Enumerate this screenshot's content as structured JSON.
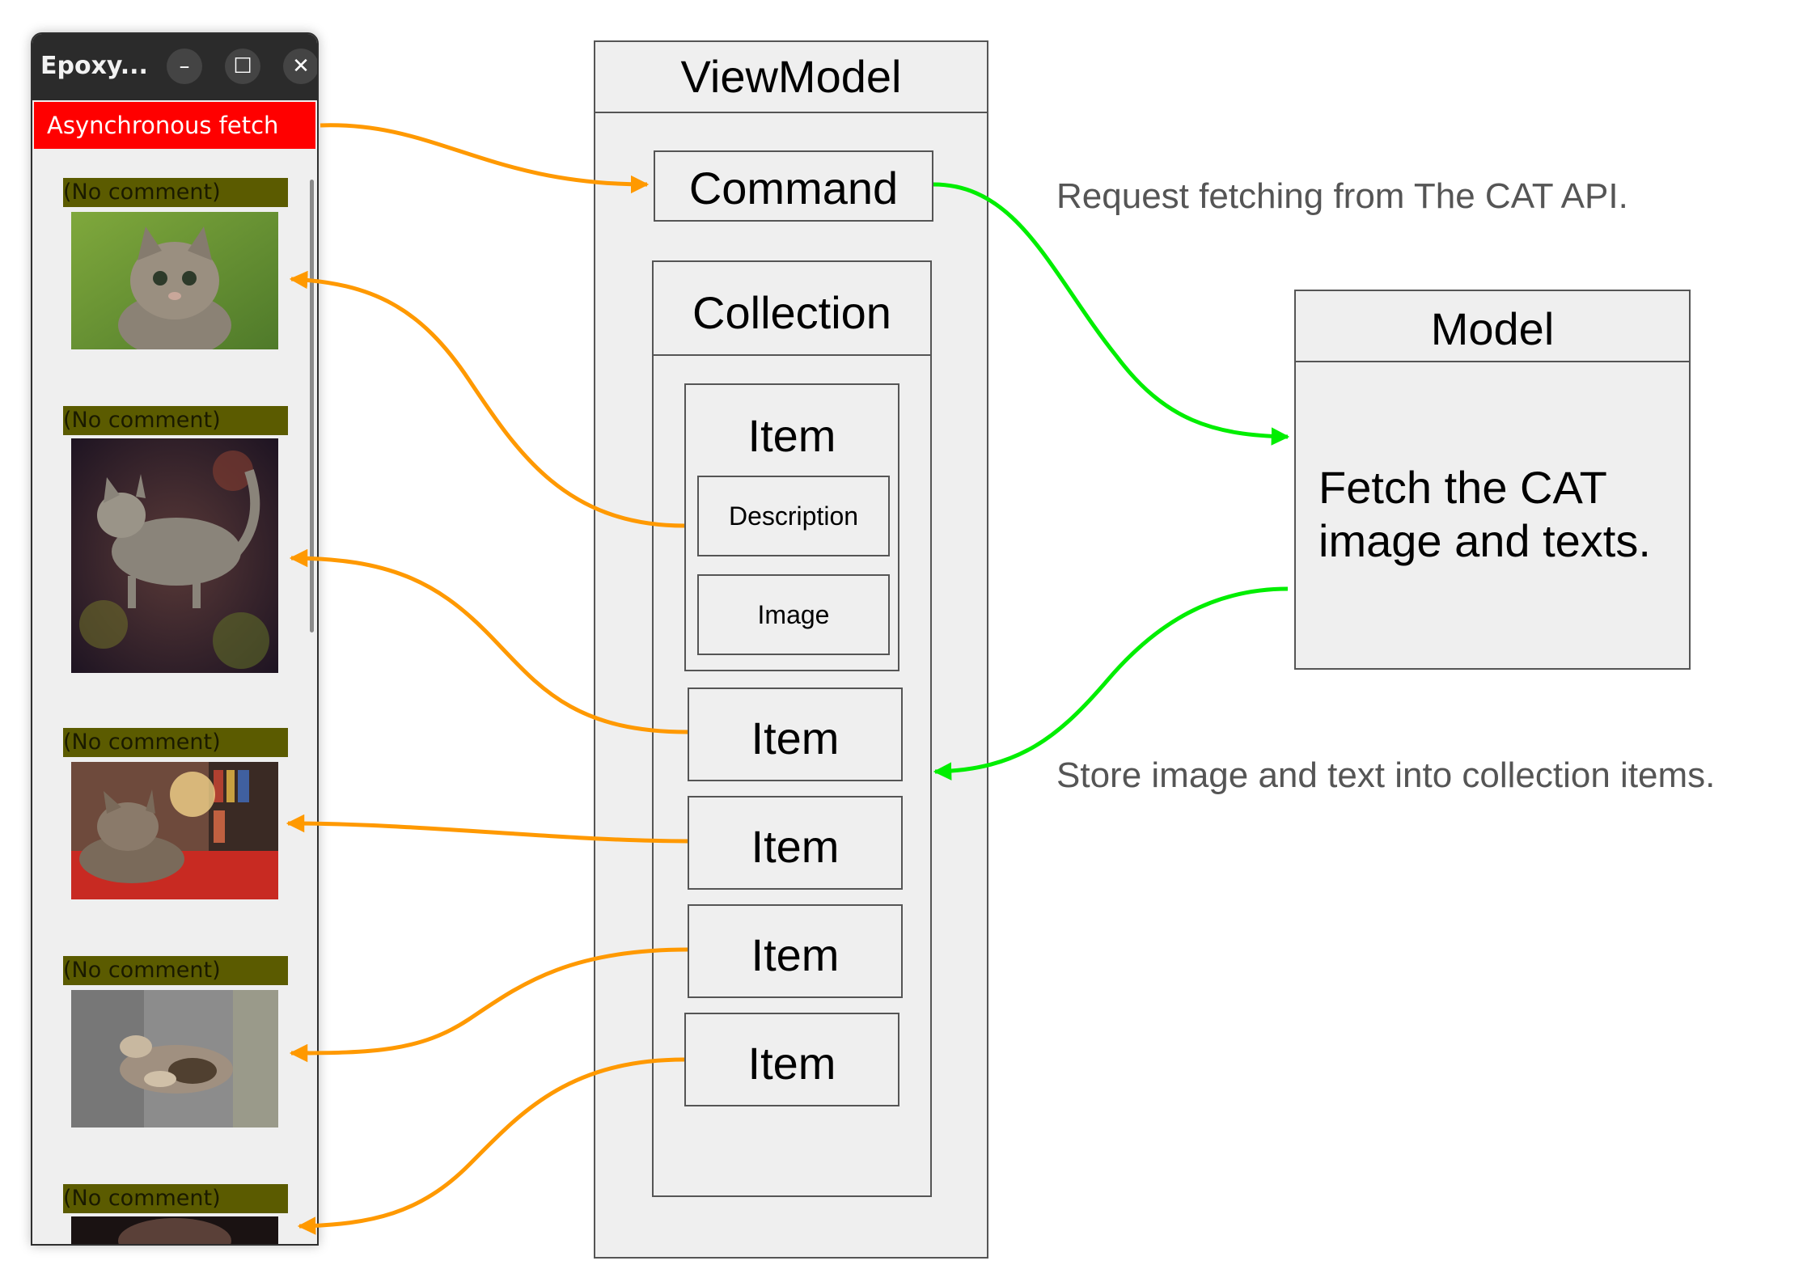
{
  "window": {
    "title": "Epoxy...",
    "minimize_glyph": "–",
    "maximize_glyph": "☐",
    "close_glyph": "✕",
    "fetch_button": "Asynchronous fetch",
    "comment_text": "(No comment)",
    "items": [
      {
        "comment": "(No comment)",
        "image": "cat-photo-1"
      },
      {
        "comment": "(No comment)",
        "image": "cat-photo-2"
      },
      {
        "comment": "(No comment)",
        "image": "cat-photo-3"
      },
      {
        "comment": "(No comment)",
        "image": "cat-photo-4"
      },
      {
        "comment": "(No comment)",
        "image": "cat-photo-5"
      }
    ]
  },
  "viewmodel": {
    "title": "ViewModel",
    "command": "Command",
    "collection": "Collection",
    "item_label": "Item",
    "description": "Description",
    "image": "Image",
    "items": [
      "Item",
      "Item",
      "Item",
      "Item",
      "Item"
    ]
  },
  "model": {
    "title": "Model",
    "body_line1": "Fetch the CAT",
    "body_line2": "image and texts."
  },
  "notes": {
    "request": "Request fetching from The CAT API.",
    "store": "Store image and text into collection items."
  },
  "colors": {
    "binding_arrow": "#ff9900",
    "model_arrow": "#00ee00",
    "fetch_button": "#ff0000",
    "comment_bg": "#5b5b00"
  }
}
